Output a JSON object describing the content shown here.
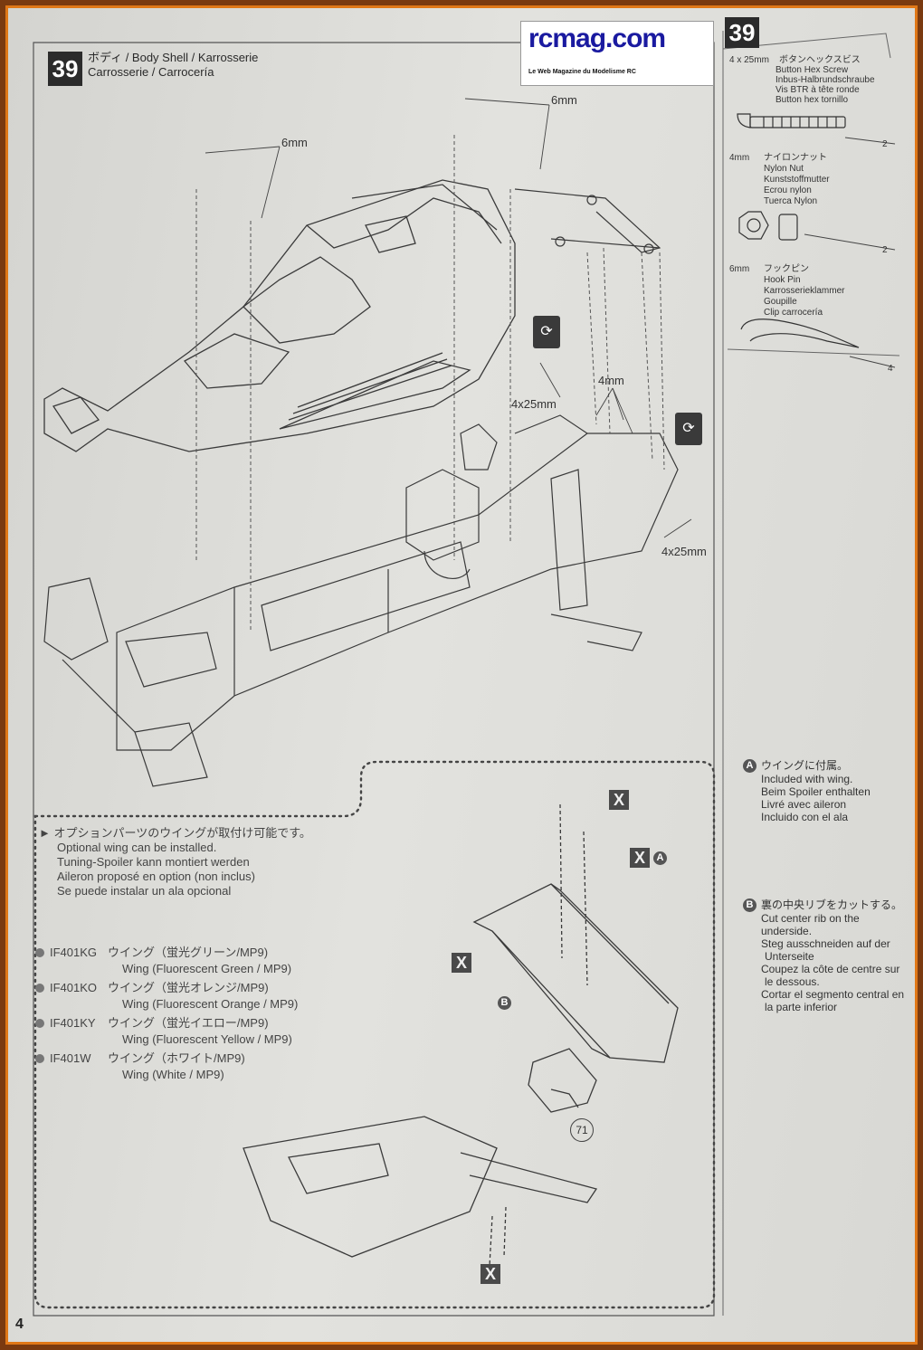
{
  "logo": {
    "text": "rcmag.com",
    "tagline": "Le Web Magazine du Modelisme RC"
  },
  "header": {
    "step_number": "39",
    "title_line1": "ボディ / Body Shell / Karrosserie",
    "title_line2": "Carrosserie / Carrocería"
  },
  "diagram": {
    "pin_size_left": "6mm",
    "pin_size_right": "6mm",
    "screw_upper": "4x25mm",
    "nut_size": "4mm",
    "screw_lower": "4x25mm"
  },
  "parts": {
    "step_number": "39",
    "items": [
      {
        "size": "4 x 25mm",
        "names": [
          "ボタンヘックスビス",
          "Button Hex Screw",
          "Inbus-Halbrundschraube",
          "Vis BTR à tête ronde",
          "Button hex tornillo"
        ],
        "qty": "2",
        "icon": "button-hex-screw-icon"
      },
      {
        "size": "4mm",
        "names": [
          "ナイロンナット",
          "Nylon Nut",
          "Kunststoffmutter",
          "Ecrou nylon",
          "Tuerca Nylon"
        ],
        "qty": "2",
        "icon": "nylon-nut-icon"
      },
      {
        "size": "6mm",
        "names": [
          "フックピン",
          "Hook Pin",
          "Karrosserieklammer",
          "Goupille",
          "Clip carrocería"
        ],
        "qty": "4",
        "icon": "hook-pin-icon"
      }
    ]
  },
  "notes": {
    "a_letter": "A",
    "a_lines": [
      "ウイングに付属。",
      "Included with wing.",
      "Beim Spoiler enthalten",
      "Livré avec aileron",
      "Incluido con el ala"
    ],
    "b_letter": "B",
    "b_lines": [
      "裏の中央リブをカットする。",
      "Cut center rib on the underside.",
      "Steg ausschneiden auf der",
      "Unterseite",
      "Coupez la côte de centre sur",
      "le dessous.",
      "Cortar el segmento central en",
      "la parte inferior"
    ]
  },
  "option": {
    "intro_lines": [
      "► オプションパーツのウイングが取付け可能です。",
      "Optional wing can be installed.",
      "Tuning-Spoiler kann montiert werden",
      "Aileron proposé en option (non inclus)",
      "Se puede instalar un ala opcional"
    ],
    "wings": [
      {
        "code": "IF401KG",
        "jp": "ウイング（蛍光グリーン/MP9)",
        "en": "Wing (Fluorescent Green / MP9)"
      },
      {
        "code": "IF401KO",
        "jp": "ウイング（蛍光オレンジ/MP9)",
        "en": "Wing (Fluorescent Orange / MP9)"
      },
      {
        "code": "IF401KY",
        "jp": "ウイング（蛍光イエロー/MP9)",
        "en": "Wing (Fluorescent Yellow / MP9)"
      },
      {
        "code": "IF401W",
        "jp": "ウイング（ホワイト/MP9)",
        "en": "Wing (White / MP9)"
      }
    ],
    "x_mark": "X",
    "a_mark": "A",
    "b_mark": "B",
    "part_ref": "71"
  },
  "footer": {
    "page_number": "4"
  }
}
